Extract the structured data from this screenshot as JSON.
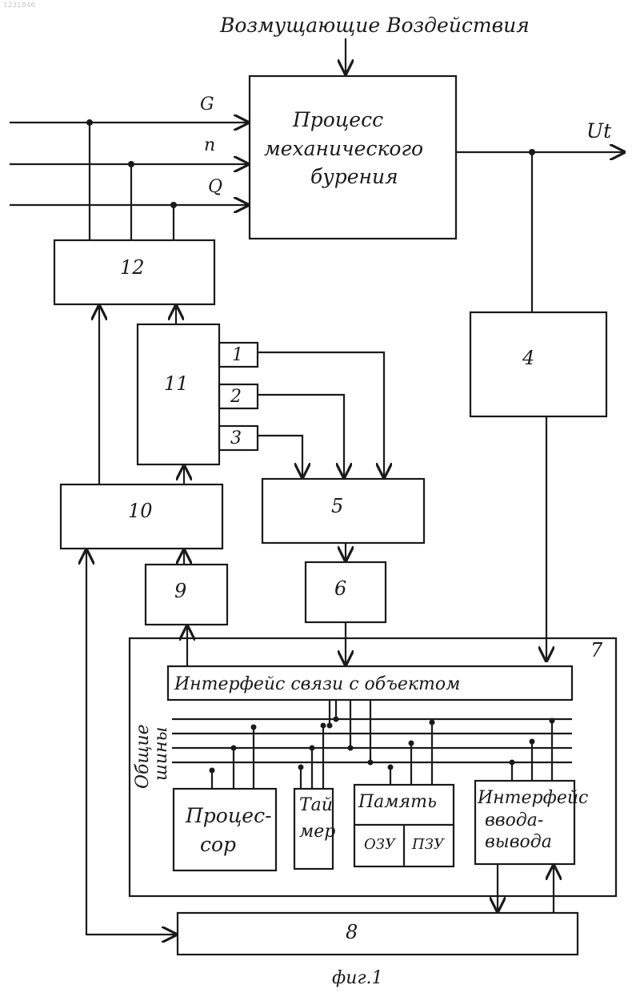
{
  "doc_id": "1231846",
  "title": "Возмущающие Воздействия",
  "inputs": {
    "g": "G",
    "n": "n",
    "q": "Q"
  },
  "output": "Ut",
  "process": {
    "line1": "Процесс",
    "line2": "механического",
    "line3": "бурения"
  },
  "blocks": {
    "b12": "12",
    "b11": "11",
    "b10": "10",
    "b9": "9",
    "b5": "5",
    "b6": "6",
    "b4": "4",
    "b7": "7",
    "b8": "8",
    "c1": "1",
    "c2": "2",
    "c3": "3"
  },
  "computer": {
    "interface_object": "Интерфейс связи с объектом",
    "buses_line1": "Общие",
    "buses_line2": "шины",
    "processor_line1": "Процес-",
    "processor_line2": "сор",
    "timer_line1": "Тай",
    "timer_line2": "мер",
    "memory": "Память",
    "ram": "ОЗУ",
    "rom": "ПЗУ",
    "io_line1": "Интерфейс",
    "io_line2": "ввода-",
    "io_line3": "вывода"
  },
  "caption": "фиг.1"
}
